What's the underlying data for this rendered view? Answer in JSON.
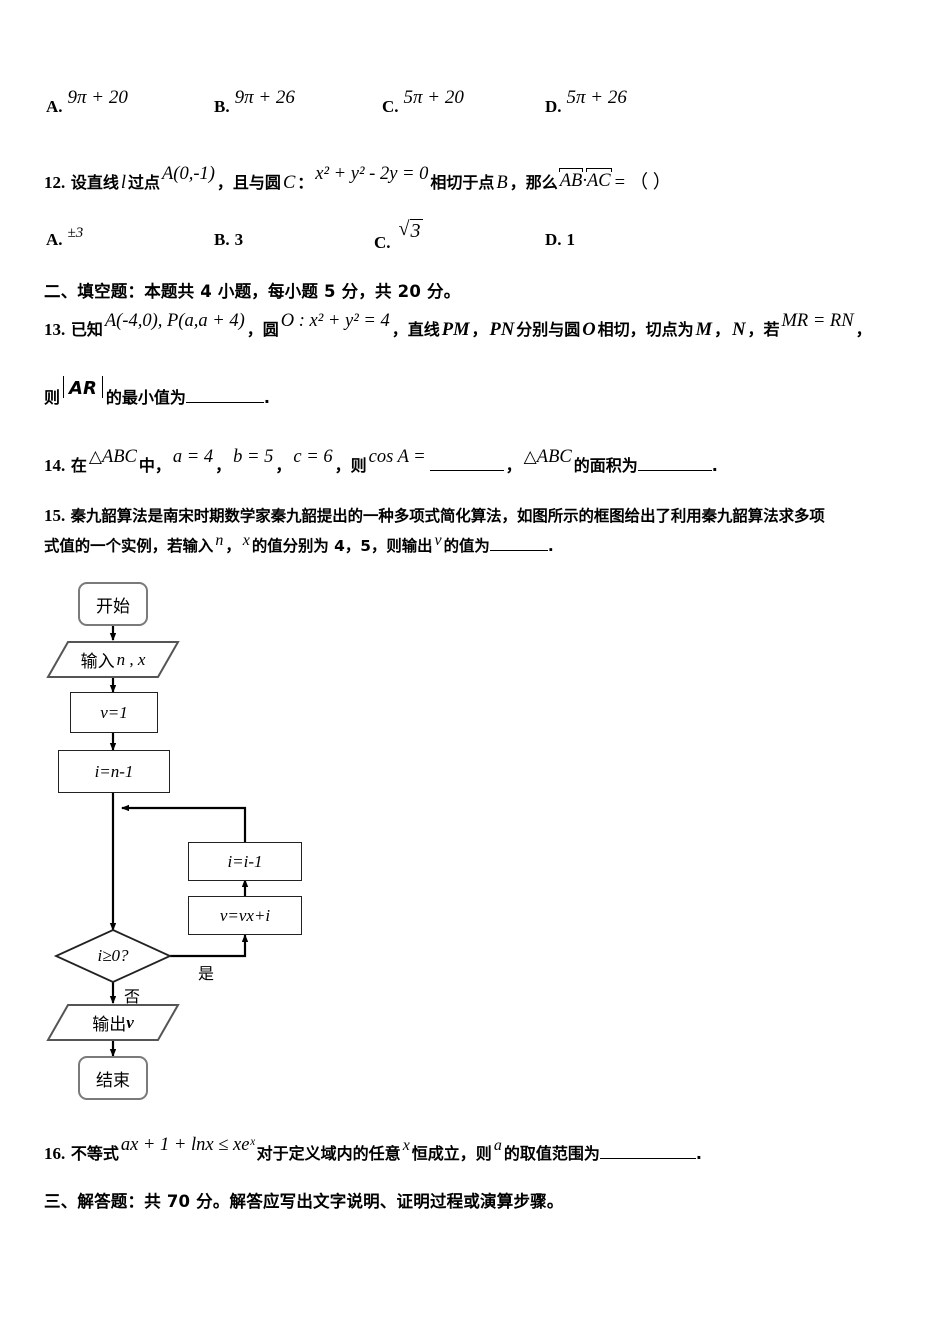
{
  "document": {
    "kind": "math-exam-page",
    "language": "zh-CN"
  },
  "q11_options": {
    "items": [
      {
        "label": "A.",
        "value": "9π + 20"
      },
      {
        "label": "B.",
        "value": "9π + 26"
      },
      {
        "label": "C.",
        "value": "5π + 20"
      },
      {
        "label": "D.",
        "value": "5π + 26"
      }
    ]
  },
  "q12": {
    "number": "12.",
    "t1": "设直线",
    "m1": "l",
    "t2": "过点",
    "m2": "A(0,-1)",
    "t3": "，且与圆",
    "m3": "C",
    "t4": "：",
    "m4": "x² + y² - 2y = 0",
    "t5": "相切于点",
    "m5": "B",
    "t6": "，那么",
    "vec1": "AB",
    "vecdot": "·",
    "vec2": "AC",
    "t7": "= （    ）",
    "options": [
      {
        "label": "A.",
        "value": "±3",
        "kind": "sup"
      },
      {
        "label": "B.",
        "value": "3",
        "kind": "inline"
      },
      {
        "label": "C.",
        "value": "3",
        "kind": "radical"
      },
      {
        "label": "D.",
        "value": "1",
        "kind": "inline"
      }
    ]
  },
  "section_fill": {
    "heading": "二、填空题：本题共 4 小题，每小题 5 分，共 20 分。"
  },
  "q13": {
    "number": "13.",
    "t1": "已知",
    "m1": "A(-4,0), P(a,a + 4)",
    "t2": "，圆",
    "m2": "O : x² + y² = 4",
    "t3": "，直线",
    "m3": "PM",
    "t4": "，",
    "m4": "PN",
    "t5": "分别与圆",
    "m5": "O",
    "t6": "相切，切点为",
    "m6": "M",
    "t7": "，",
    "m7": "N",
    "t8": "，若",
    "m8": "MR = RN",
    "t9": "，",
    "line2_t1": "则",
    "line2_m1": "AR",
    "line2_t2": "的最小值为",
    "line2_end": "."
  },
  "q14": {
    "number": "14.",
    "t1": "在",
    "m1": "ABC",
    "t2": "中，",
    "m2": "a = 4",
    "t3": "，",
    "m3": "b = 5",
    "t4": "，",
    "m4": "c = 6",
    "t5": "，则",
    "m5": "cos A =",
    "t6": "，",
    "m6": "ABC",
    "t7": "的面积为",
    "end": "."
  },
  "q15": {
    "number": "15.",
    "line1": "秦九韶算法是南宋时期数学家秦九韶提出的一种多项式简化算法，如图所示的框图给出了利用秦九韶算法求多项",
    "line2_a": "式值的一个实例，若输入",
    "line2_m1": "n",
    "line2_b": "，",
    "line2_m2": "x",
    "line2_c": "的值分别为 4，5，则输出",
    "line2_m3": "v",
    "line2_d": "的值为",
    "line2_end": "."
  },
  "flowchart": {
    "nodes": {
      "start": "开始",
      "input": "输入",
      "input_vars": "n , x",
      "init_v": "v=1",
      "init_i": "i=n-1",
      "dec_i": "i≥0?",
      "update_i": "i=i-1",
      "update_v": "v=vx+i",
      "output": "输出",
      "output_var": "v",
      "end": "结束"
    },
    "edge_labels": {
      "yes": "是",
      "no": "否"
    }
  },
  "q16": {
    "number": "16.",
    "t1": "不等式",
    "m1": "ax + 1 + lnx ≤ xeˣ",
    "t2": "对于定义域内的任意",
    "m2": "x",
    "t3": "恒成立，则",
    "m3": "a",
    "t4": "的取值范围为",
    "end": "."
  },
  "section_solve": {
    "heading": "三、解答题：共 70 分。解答应写出文字说明、证明过程或演算步骤。"
  }
}
